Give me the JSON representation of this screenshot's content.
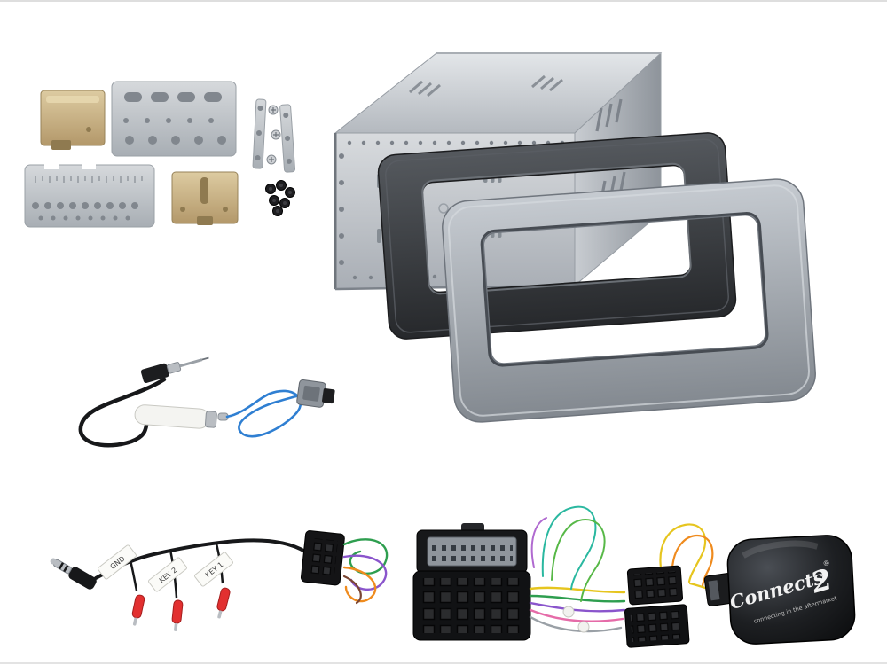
{
  "scene": {
    "title": "Double-DIN car stereo installation kit product photo",
    "background": "#ffffff"
  },
  "palette": {
    "metal": "#b9bdc3",
    "brass": "#cbb184",
    "fascia_dark": "#3a3d41",
    "fascia_silver": "#a6abb2",
    "wire_blue": "#2f7fd2",
    "wire_green": "#2e9e4f",
    "wire_purple": "#8a55cc",
    "wire_orange": "#ef8b1e",
    "wire_yellow": "#e6c51f",
    "wire_pink": "#e56ba8",
    "bullet_red": "#e23030",
    "plastic_black": "#141416"
  },
  "kit_items": [
    "metal mounting brackets and screws",
    "double-DIN metal mounting cage",
    "dark grey double-DIN fascia frame",
    "anthracite silver fascia surround",
    "aerial antenna adapter lead",
    "steering wheel control patch lead with labelled wires",
    "quadlock to ISO wiring harness",
    "steering wheel control interface box"
  ],
  "harness_labels": {
    "gnd": "GND",
    "key2": "KEY 2",
    "key1": "KEY 1"
  },
  "swc_logo": {
    "brand": "Connects",
    "big2": "2",
    "reg": "®",
    "tagline": "connecting in the aftermarket"
  }
}
